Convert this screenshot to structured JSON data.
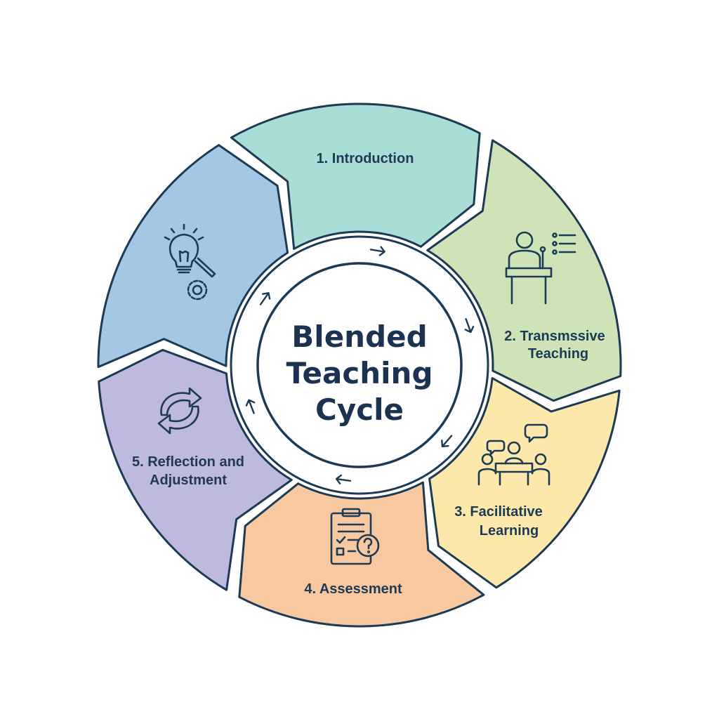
{
  "title": [
    "Blended",
    "Teaching",
    "Cycle"
  ],
  "outline_color": "#1d3a55",
  "segments": [
    {
      "name": "introduction",
      "label": [
        "1. Introduction"
      ],
      "color": "#a9ddd5",
      "icon": null
    },
    {
      "name": "transmissive-teaching",
      "label": [
        "2. Transmssive",
        "Teaching"
      ],
      "color": "#cee4b8",
      "icon": "lecturer-podium-icon"
    },
    {
      "name": "facilitative-learning",
      "label": [
        "3. Facilitative",
        "Learning"
      ],
      "color": "#fbe8aa",
      "icon": "group-discussion-icon"
    },
    {
      "name": "assessment",
      "label": [
        "4. Assessment"
      ],
      "color": "#f8c9a1",
      "icon": "clipboard-question-icon"
    },
    {
      "name": "reflection-adjustment",
      "label": [
        "5. Reflection and",
        "Adjustment"
      ],
      "color": "#bebadd",
      "icon": "cycle-arrows-icon"
    },
    {
      "name": "ideation",
      "label": [],
      "color": "#a4c7e4",
      "icon": "lightbulb-search-gear-icon"
    }
  ],
  "ring_arrows": 6
}
